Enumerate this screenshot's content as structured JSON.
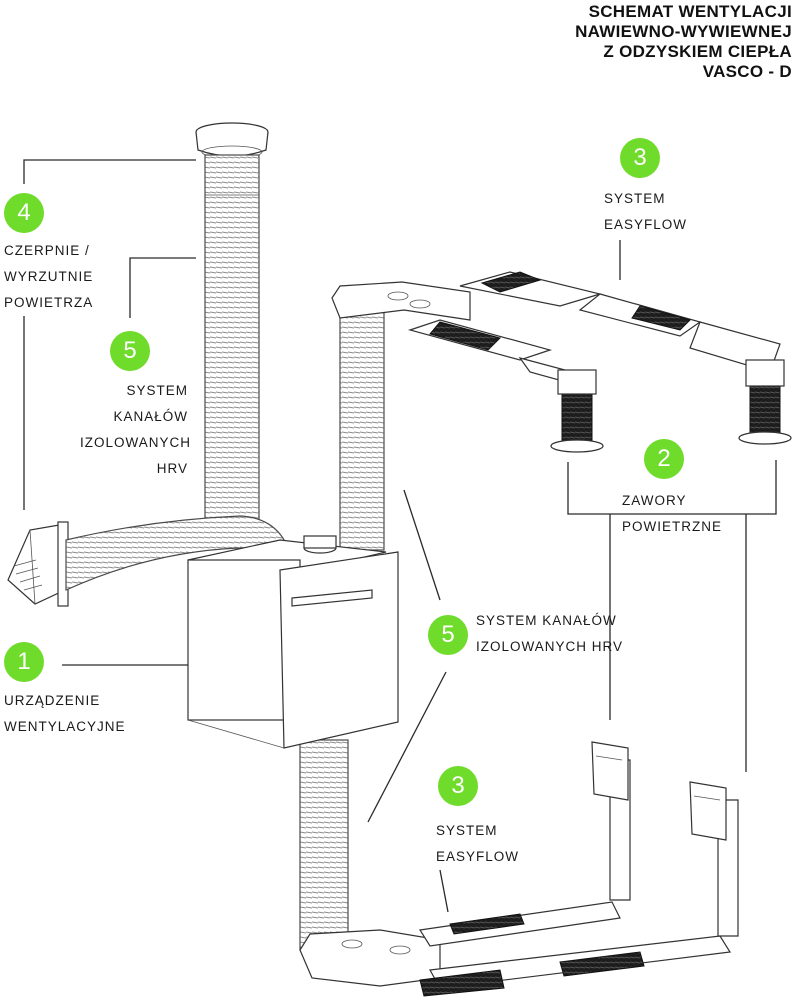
{
  "title": {
    "line1": "SCHEMAT WENTYLACJI",
    "line2": "NAWIEWNO-WYWIEWNEJ",
    "line3": "Z ODZYSKIEM CIEPŁA",
    "line4": "VASCO - D"
  },
  "callouts": {
    "c4": {
      "number": "4",
      "lines": [
        "CZERPNIE /",
        "WYRZUTNIE",
        "POWIETRZA"
      ]
    },
    "c5a": {
      "number": "5",
      "lines": [
        "SYSTEM",
        "KANAŁÓW",
        "IZOLOWANYCH",
        "HRV"
      ]
    },
    "c3top": {
      "number": "3",
      "lines": [
        "SYSTEM",
        "EASYFLOW"
      ]
    },
    "c2": {
      "number": "2",
      "lines": [
        "ZAWORY",
        "POWIETRZNE"
      ]
    },
    "c5b": {
      "number": "5",
      "lines": [
        "SYSTEM KANAŁÓW",
        "IZOLOWANYCH HRV"
      ]
    },
    "c1": {
      "number": "1",
      "lines": [
        "URZĄDZENIE",
        "WENTYLACYJNE"
      ]
    },
    "c3bot": {
      "number": "3",
      "lines": [
        "SYSTEM",
        "EASYFLOW"
      ]
    }
  },
  "colors": {
    "badge": "#6fdb2a",
    "line": "#2a2a2a",
    "text": "#1a1a1a"
  }
}
